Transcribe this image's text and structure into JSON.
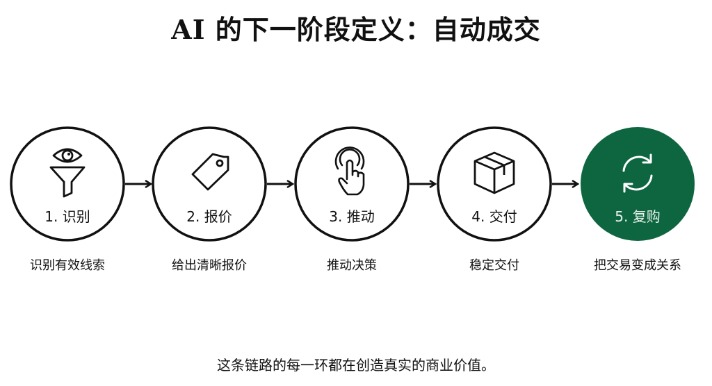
{
  "title": "AI 的下一阶段定义：自动成交",
  "steps": [
    {
      "label": "1. 识别",
      "desc": "识别有效线索",
      "icon": "eye-funnel-icon"
    },
    {
      "label": "2. 报价",
      "desc": "给出清晰报价",
      "icon": "price-tag-icon"
    },
    {
      "label": "3. 推动",
      "desc": "推动决策",
      "icon": "tap-hand-icon"
    },
    {
      "label": "4. 交付",
      "desc": "稳定交付",
      "icon": "box-icon"
    },
    {
      "label": "5. 复购",
      "desc": "把交易变成关系",
      "icon": "refresh-icon"
    }
  ],
  "footer": "这条链路的每一环都在创造真实的商业价值。",
  "colors": {
    "accent": "#0e6640",
    "stroke": "#111111"
  }
}
